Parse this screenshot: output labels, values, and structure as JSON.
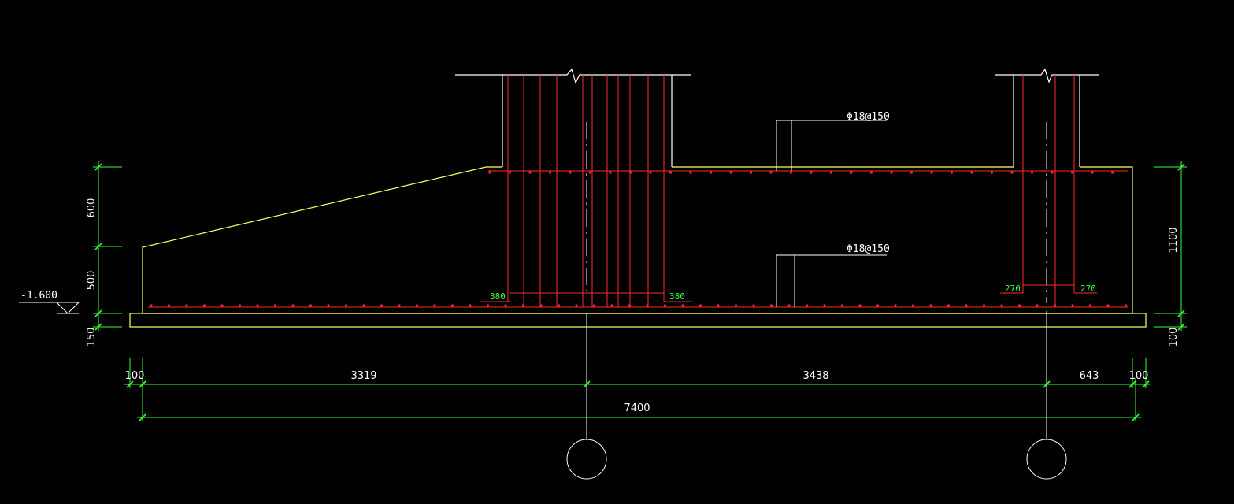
{
  "colors": {
    "background": "#000000",
    "outline": "#ffffff",
    "concrete": "#ffff66",
    "rebar": "#ff2a2a",
    "dimension": "#33ff33",
    "dim_text": "#ffffff"
  },
  "annotations": {
    "rebar_top": "Φ18@150",
    "rebar_bottom": "Φ18@150",
    "elevation": "-1.600",
    "anchor_left_a": "380",
    "anchor_left_b": "380",
    "anchor_right_a": "270",
    "anchor_right_b": "270"
  },
  "dimensions": {
    "left_600": "600",
    "left_500": "500",
    "left_150": "150",
    "right_1100": "1100",
    "right_100": "100",
    "bottom_100_left": "100",
    "bottom_3319": "3319",
    "bottom_3438": "3438",
    "bottom_643": "643",
    "bottom_100_right": "100",
    "total_7400": "7400"
  }
}
